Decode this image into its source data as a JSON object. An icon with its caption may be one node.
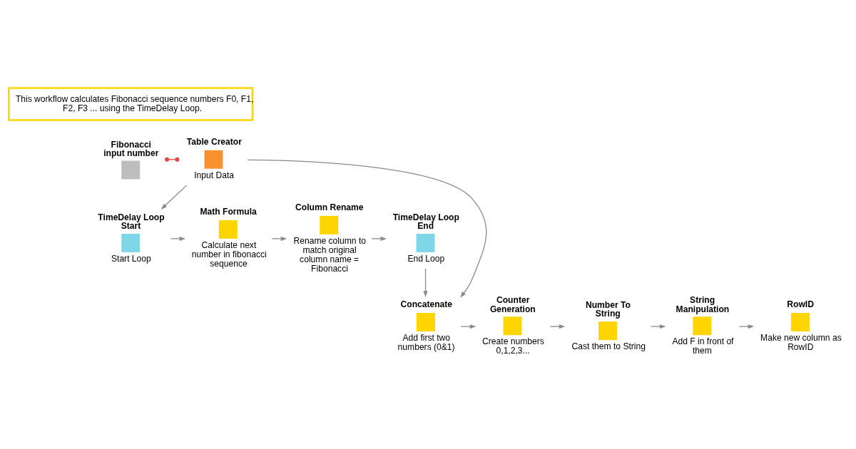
{
  "diagram": {
    "nodes": [
      {
        "text": [
          "This workflow calculates Fibonacci sequence numbers F0, F1, F2, F3 ... using the TimeDelay Loop."
        ]
      },
      {
        "text": [
          "Fibonacci input number"
        ]
      },
      {
        "text": [
          "Table Creator"
        ],
        "beside": [
          "Input Data"
        ]
      },
      {
        "text": [
          "TimeDelay Loop Start"
        ],
        "beside": [
          "Start Loop"
        ]
      },
      {
        "text": [
          "Math Formula"
        ],
        "beside": [
          "Calculate next number in fibonacci sequence"
        ]
      },
      {
        "text": [
          "Column Rename"
        ],
        "beside": [
          "Rename column to match original column name = Fibonacci"
        ]
      },
      {
        "text": [
          "TimeDelay Loop End"
        ],
        "beside": [
          "End Loop"
        ]
      },
      {
        "text": [
          "Concatenate"
        ],
        "beside": [
          "Add first two numbers (0&1)"
        ]
      },
      {
        "text": [
          "Counter Generation"
        ],
        "beside": [
          "Create numbers 0,1,2,3..."
        ]
      },
      {
        "text": [
          "Number To String"
        ],
        "beside": [
          "Cast them to String"
        ]
      },
      {
        "text": [
          "String Manipulation"
        ],
        "beside": [
          "Add F in front of them"
        ]
      },
      {
        "text": [
          "RowID"
        ],
        "beside": [
          "Make new column as RowID"
        ]
      }
    ],
    "edges": [
      {
        "from": 1,
        "to": 2,
        "arrow": "other",
        "color": "#e8474c"
      },
      {
        "from": 2,
        "to": 7,
        "arrow": "to"
      },
      {
        "from": 2,
        "to": 3,
        "arrow": "to"
      },
      {
        "from": 3,
        "to": 4,
        "arrow": "to"
      },
      {
        "from": 4,
        "to": 5,
        "arrow": "to"
      },
      {
        "from": 5,
        "to": 6,
        "arrow": "to"
      },
      {
        "from": 6,
        "to": 7,
        "arrow": "to"
      },
      {
        "from": 7,
        "to": 8,
        "arrow": "to"
      },
      {
        "from": 8,
        "to": 9,
        "arrow": "to"
      },
      {
        "from": 9,
        "to": 10,
        "arrow": "to"
      },
      {
        "from": 10,
        "to": 11,
        "arrow": "to"
      }
    ]
  }
}
